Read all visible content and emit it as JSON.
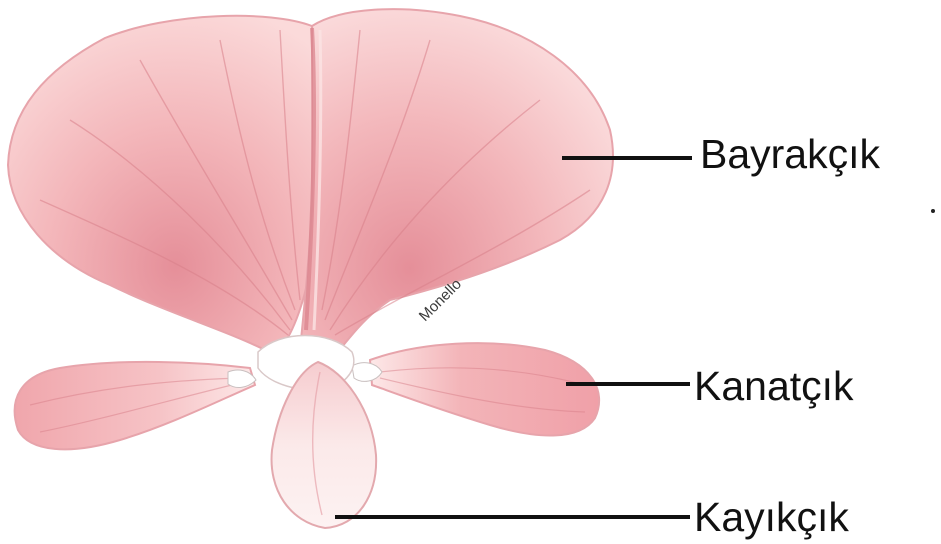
{
  "labels": {
    "standard": "Bayrakçık",
    "wings": "Kanatçık",
    "keel": "Kayıkçık"
  },
  "signature": "Monello",
  "colors": {
    "petal_base": "#f2b3b3",
    "petal_vein": "#d9808a",
    "petal_light": "#fbe3e3",
    "keel_fill": "#fbeaea",
    "line": "#111111"
  }
}
